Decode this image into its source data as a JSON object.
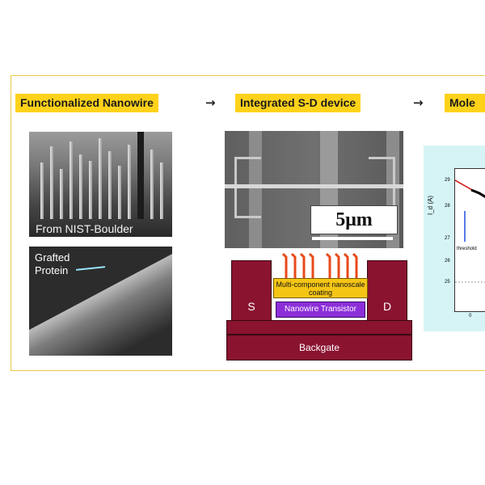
{
  "headings": {
    "functionalized": "Functionalized Nanowire",
    "integrated": "Integrated S-D device",
    "molecular": "Mole"
  },
  "arrows": [
    "→",
    "→"
  ],
  "images": {
    "nanowire_forest_caption": "From NIST-Boulder",
    "grafted_protein_label": "Grafted Protein",
    "scale_label": "5μm"
  },
  "device_diagram": {
    "source": "S",
    "drain": "D",
    "coating": "Multi-component nanoscale coating",
    "transistor": "Nanowire Transistor",
    "backgate": "Backgate"
  },
  "plot": {
    "ylabel": "I_d (A)",
    "ytick_labels": [
      "29",
      "28",
      "27",
      "26",
      "25"
    ],
    "annotation": "threshold",
    "xtick_label": "0"
  },
  "colors": {
    "heading_bg": "#ffd21a",
    "frame_border": "#e8c84a",
    "block": "#8a1330",
    "coating": "#f5c516",
    "transistor": "#8c2fd9",
    "plot_bg": "#d6f4f6",
    "probe_wire": "#e84a1a"
  }
}
